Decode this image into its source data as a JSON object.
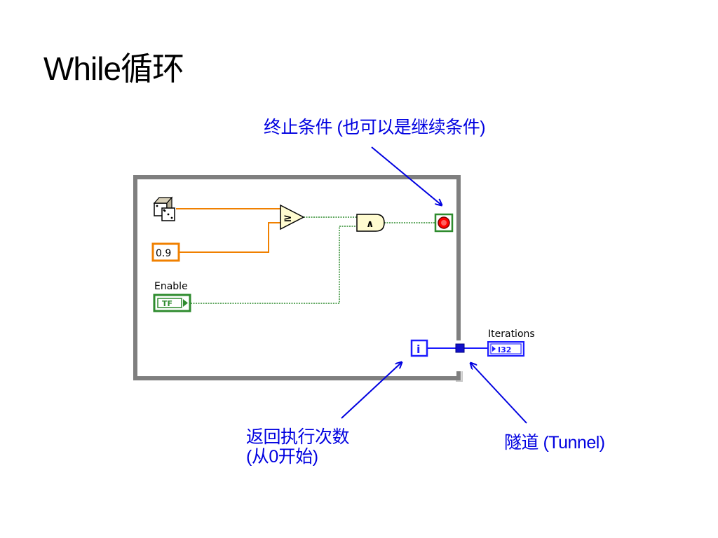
{
  "title": "While循环",
  "annotations": {
    "stop_condition": "终止条件 (也可以是继续条件)",
    "iteration": "返回执行次数",
    "iteration_note": "(从0开始)",
    "tunnel": "隧道 (Tunnel)"
  },
  "diagram": {
    "constant_value": "0.9",
    "enable_label": "Enable",
    "enable_terminal_text": "TF",
    "iteration_terminal_text": "i",
    "compare_symbol": "≥",
    "and_symbol": "∧",
    "iterations_label": "Iterations",
    "iterations_indicator_text": "I32"
  },
  "colors": {
    "annotation_text": "#0000e0",
    "loop_border": "#7f7f7f",
    "numeric_wire": "#f08000",
    "boolean_wire": "#2e8b2e",
    "integer_wire": "#1c1cff"
  }
}
